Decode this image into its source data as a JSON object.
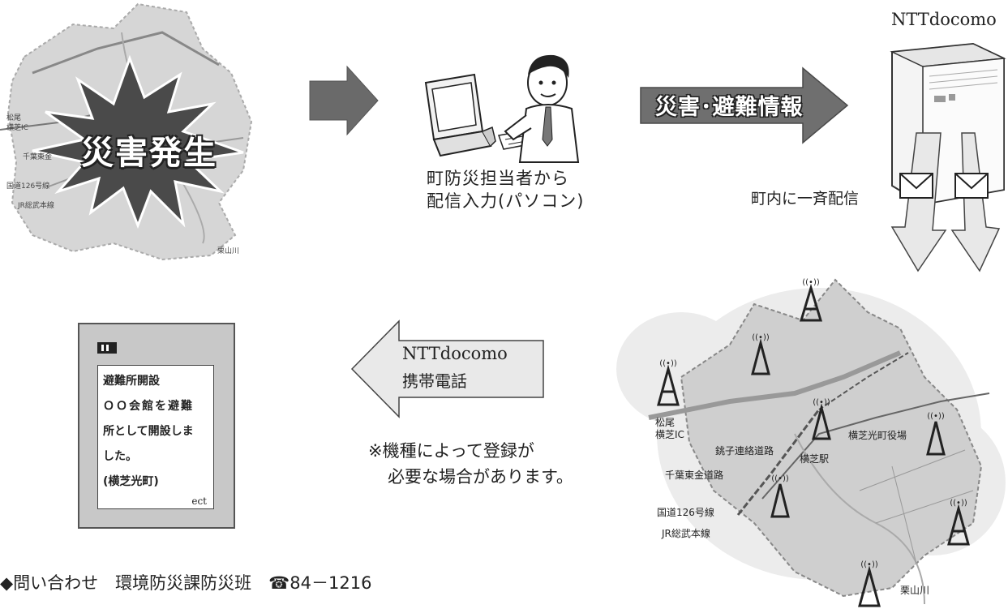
{
  "top_map": {
    "burst_text": "災害発生",
    "labels": [
      "松尾",
      "横芝IC",
      "千葉東金",
      "国道126号線",
      "JR総武本線",
      "栗山川"
    ]
  },
  "operator": {
    "caption_line1": "町防災担当者から",
    "caption_line2": "配信入力(パソコン)"
  },
  "info_arrow": {
    "label": "災害･避難情報"
  },
  "server": {
    "brand": "NTTdocomo",
    "broadcast_label": "町内に一斉配信"
  },
  "phone_arrow": {
    "line1": "NTTdocomo",
    "line2": "携帯電話"
  },
  "note": {
    "line1": "※機種によって登録が",
    "line2": "必要な場合があります。"
  },
  "phone": {
    "screen_lines": [
      "避難所開設",
      "ＯＯ会館を避難",
      "所として開設しま",
      "した。",
      "(横芝光町)"
    ],
    "footer": "ect"
  },
  "bottom_map": {
    "labels": {
      "matsuo": "松尾",
      "yokoshiba_ic": "横芝IC",
      "choshi_road": "銚子連絡道路",
      "yokoshiba_station": "横芝駅",
      "town_hall": "横芝光町役場",
      "chiba_togane": "千葉東金道路",
      "route126": "国道126号線",
      "jr_sobu": "JR総武本線",
      "kuriyama": "栗山川"
    }
  },
  "contact": {
    "text": "◆問い合わせ　環境防災課防災班　☎84－1216"
  }
}
